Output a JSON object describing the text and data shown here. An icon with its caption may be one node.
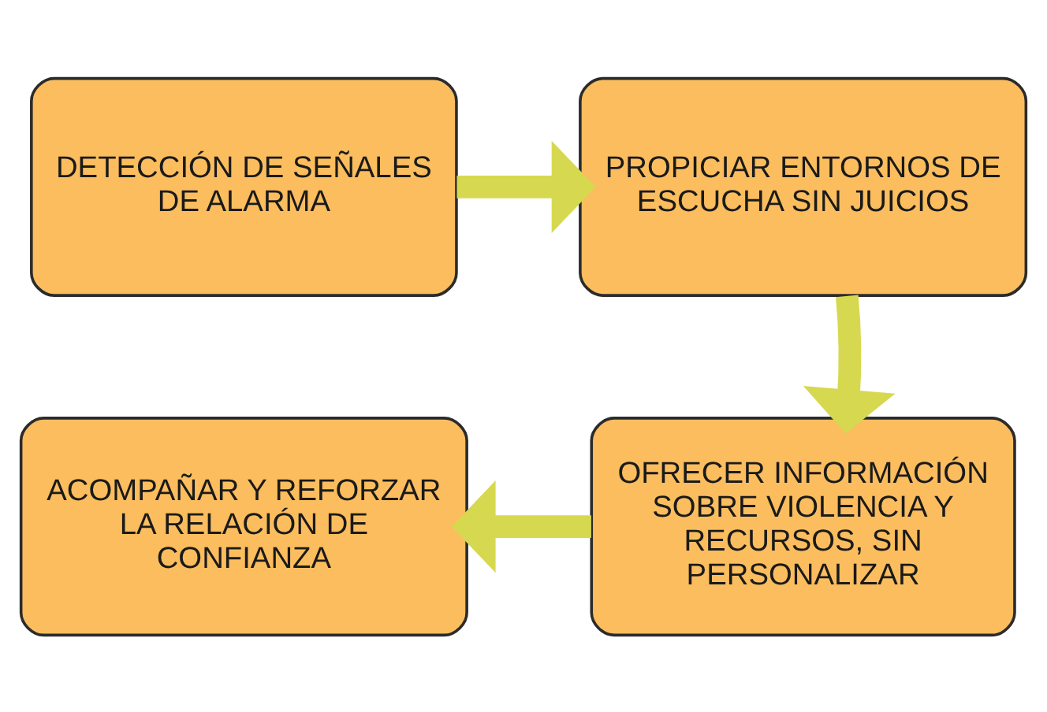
{
  "diagram": {
    "nodes": [
      {
        "text": [
          "DETECCIÓN DE SEÑALES DE ALARMA"
        ]
      },
      {
        "text": [
          "PROPICIAR ENTORNOS DE ESCUCHA SIN JUICIOS"
        ]
      },
      {
        "text": [
          "OFRECER INFORMACIÓN SOBRE VIOLENCIA Y RECURSOS, SIN PERSONALIZAR"
        ]
      },
      {
        "text": [
          "ACOMPAÑAR Y REFORZAR LA RELACIÓN DE CONFIANZA"
        ]
      }
    ],
    "edges": [
      {
        "from": 0,
        "to": 1,
        "arrow": "to"
      },
      {
        "from": 1,
        "to": 2,
        "arrow": "to"
      },
      {
        "from": 2,
        "to": 3,
        "arrow": "to"
      }
    ]
  }
}
